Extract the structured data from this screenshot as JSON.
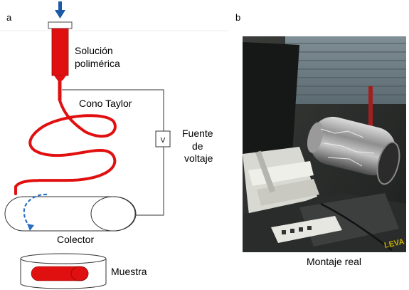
{
  "panel_a": {
    "letter": "a",
    "labels": {
      "solution_line1": "Solución",
      "solution_line2": "polimérica",
      "taylor_cone": "Cono Taylor",
      "source_line1": "Fuente",
      "source_line2": "de",
      "source_line3": "voltaje",
      "voltmeter": "V",
      "collector": "Colector",
      "sample": "Muestra"
    },
    "colors": {
      "polymer": "#e01010",
      "arrow": "#1a5aa8",
      "rotation": "#2a6fc0",
      "wire": "#333333"
    }
  },
  "panel_b": {
    "letter": "b",
    "caption": "Montaje real",
    "photo_text": {
      "brand": "LEVA"
    }
  }
}
